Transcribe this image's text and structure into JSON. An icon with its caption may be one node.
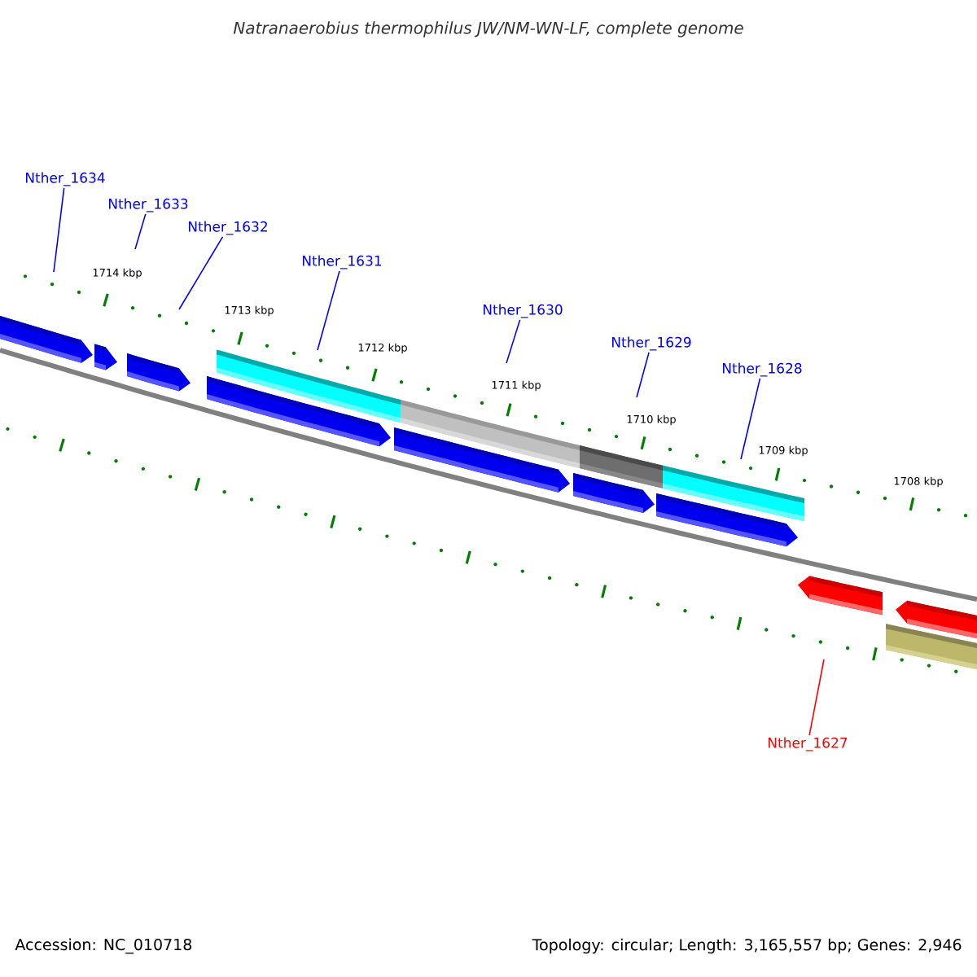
{
  "diagram": {
    "title": "Natranaerobius thermophilus JW/NM-WN-LF, complete genome",
    "nodes": [
      {
        "text": [
          "Nther_1634"
        ]
      },
      {
        "text": [
          "Nther_1633"
        ]
      },
      {
        "text": [
          "Nther_1632"
        ]
      },
      {
        "text": [
          "Nther_1631"
        ]
      },
      {
        "text": [
          "Nther_1630"
        ]
      },
      {
        "text": [
          "Nther_1629"
        ]
      },
      {
        "text": [
          "Nther_1628"
        ]
      },
      {
        "text": [
          "Nther_1627"
        ]
      }
    ],
    "edges": [
      {
        "from": 0,
        "to": null,
        "arrow": "none"
      },
      {
        "from": 1,
        "to": null,
        "arrow": "none"
      },
      {
        "from": 2,
        "to": null,
        "arrow": "none"
      },
      {
        "from": 3,
        "to": null,
        "arrow": "none"
      },
      {
        "from": 4,
        "to": null,
        "arrow": "none"
      },
      {
        "from": 5,
        "to": null,
        "arrow": "none"
      },
      {
        "from": 6,
        "to": null,
        "arrow": "none"
      },
      {
        "from": 7,
        "to": null,
        "arrow": "none",
        "color": "#ff0000"
      }
    ],
    "labels": [
      "1714 kbp",
      "1713 kbp",
      "1712 kbp",
      "1711 kbp",
      "1710 kbp",
      "1709 kbp",
      "1708 kbp",
      "Accession: NC_010718",
      "Topology: circular; Length: 3,165,557 bp; Genes: 2,946"
    ]
  }
}
